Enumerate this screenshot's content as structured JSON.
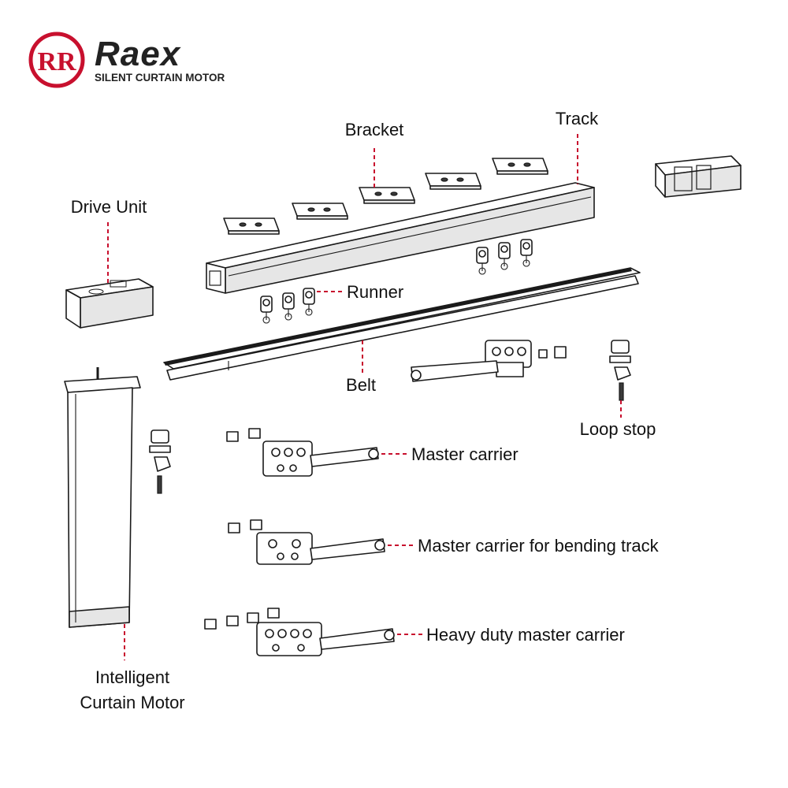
{
  "brand": {
    "logo_letters": "RR",
    "name": "Raex",
    "tagline": "SILENT CURTAIN MOTOR",
    "accent_color": "#c8102e"
  },
  "labels": {
    "bracket": "Bracket",
    "track": "Track",
    "drive_unit": "Drive Unit",
    "runner": "Runner",
    "belt": "Belt",
    "loop_stop": "Loop stop",
    "master_carrier": "Master carrier",
    "master_carrier_bending": "Master carrier for bending track",
    "heavy_duty_master_carrier": "Heavy duty master carrier",
    "motor_line1": "Intelligent",
    "motor_line2": "Curtain Motor"
  },
  "colors": {
    "leader": "#c8102e",
    "outline": "#1a1a1a"
  }
}
